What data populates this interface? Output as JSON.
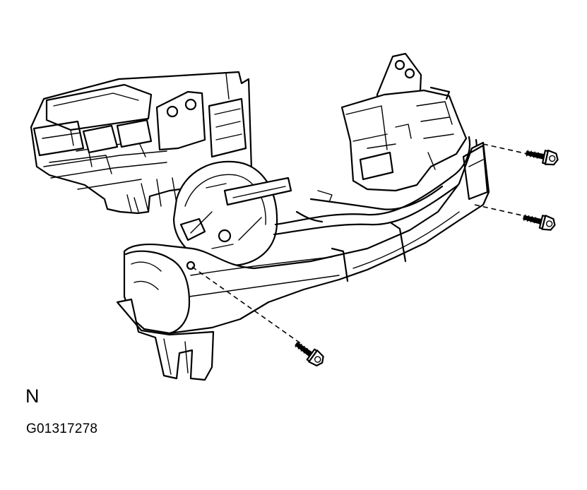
{
  "diagram": {
    "view_label": "N",
    "figure_code": "G01317278",
    "ink_color": "#000000",
    "background_color": "#ffffff",
    "fasteners": [
      {
        "icon": "bolt-icon",
        "name": "bolt-upper-right"
      },
      {
        "icon": "bolt-icon",
        "name": "bolt-middle-right"
      },
      {
        "icon": "bolt-icon",
        "name": "bolt-lower-center"
      }
    ]
  }
}
